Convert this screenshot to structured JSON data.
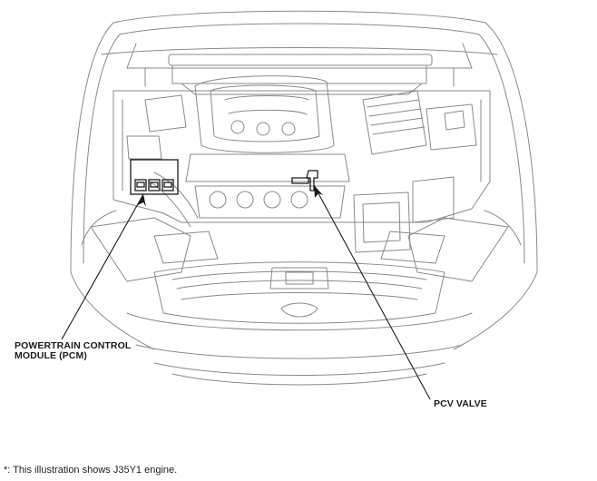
{
  "callouts": {
    "pcm": {
      "line1": "POWERTRAIN CONTROL",
      "line2": "MODULE (PCM)"
    },
    "pcv": {
      "label": "PCV VALVE"
    }
  },
  "footnote": "*: This illustration shows J35Y1 engine.",
  "colors": {
    "line_art": "#8a8a8a",
    "leader": "#1a1a1a",
    "text": "#1a1a1a"
  }
}
